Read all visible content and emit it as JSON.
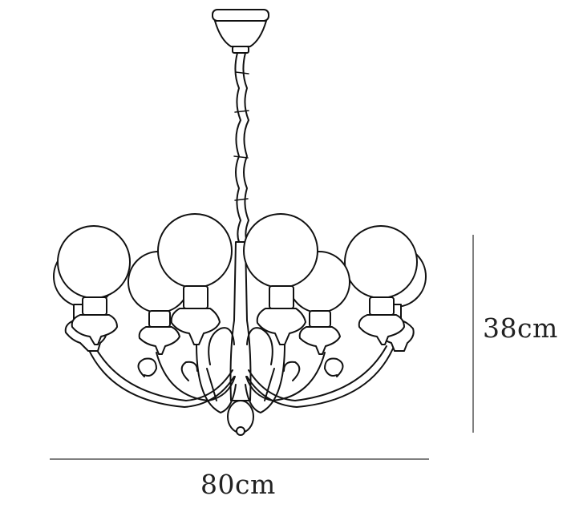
{
  "dimensions": {
    "height_label": "38cm",
    "width_label": "80cm"
  },
  "chandelier": {
    "globe_count": 8,
    "line_color": "#111111",
    "dimension_line_color": "#555555"
  }
}
